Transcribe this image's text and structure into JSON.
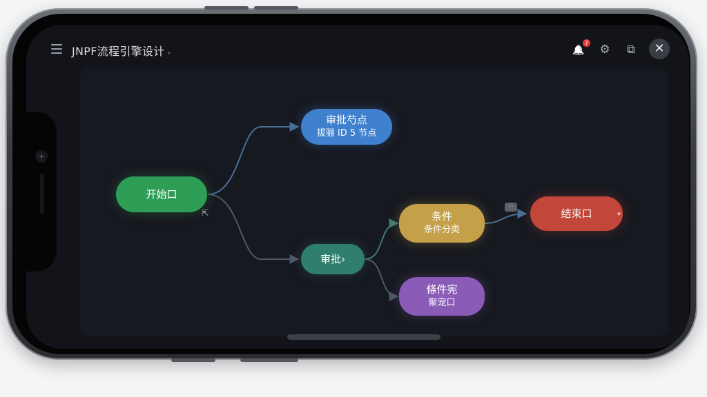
{
  "app": {
    "title": "JNPF流程引擎设计",
    "title_caret": "›",
    "notification_count": "7"
  },
  "icons": {
    "menu": "menu-icon",
    "notification": "bell-icon",
    "settings": "gear-icon",
    "expand": "expand-icon",
    "close": "close-icon",
    "camera": "camera-icon"
  },
  "glyphs": {
    "bell": "🔔",
    "gear": "⚙",
    "expand": "⧉",
    "close": "✕",
    "camera": "+",
    "cursor": "⇱",
    "comment": "···",
    "end_marker": "✦"
  },
  "nodes": {
    "start": {
      "label": "开始口"
    },
    "approval_1": {
      "label": "审批芍点",
      "sub": "拔骊 ID 5 节点"
    },
    "approval_2": {
      "label": "审批›"
    },
    "condition": {
      "label": "条件",
      "sub": "条件分类"
    },
    "condition_2": {
      "label": "條件宪",
      "sub": "聚宠口"
    },
    "end": {
      "label": "结束口"
    }
  },
  "colors": {
    "start": "#2e9e57",
    "approval_1": "#3f80cf",
    "approval_2": "#2f7f6c",
    "condition": "#c4a048",
    "condition_2": "#8a5cb8",
    "end": "#c2473a",
    "edge_blue": "#4a6f96",
    "edge_gray": "#4b5a66"
  }
}
